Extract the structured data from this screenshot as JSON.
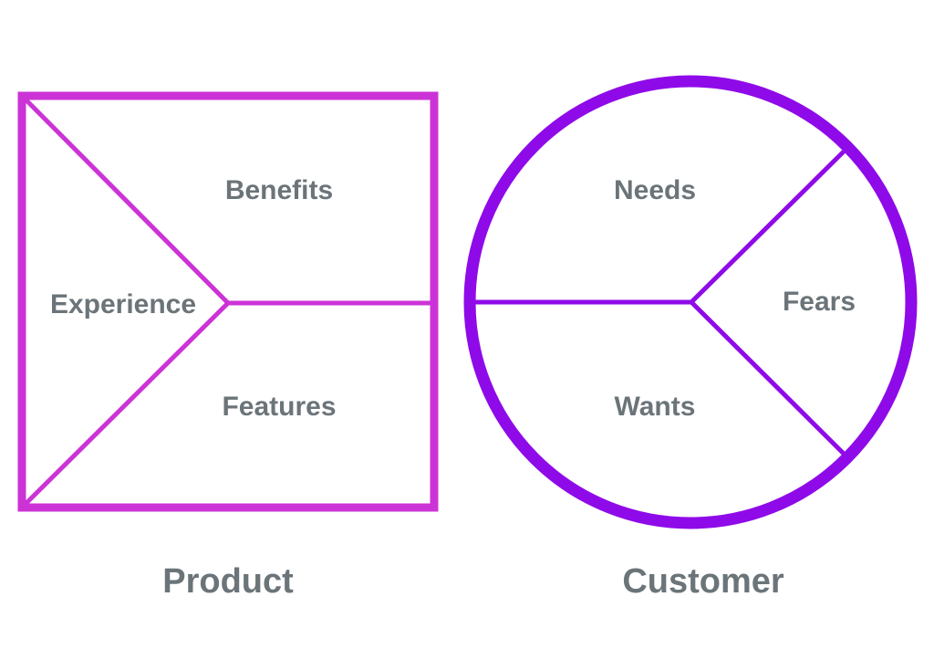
{
  "product": {
    "caption": "Product",
    "color": "#cc33d6",
    "labels": {
      "benefits": "Benefits",
      "experience": "Experience",
      "features": "Features"
    }
  },
  "customer": {
    "caption": "Customer",
    "color": "#8f0ae8",
    "labels": {
      "needs": "Needs",
      "fears": "Fears",
      "wants": "Wants"
    }
  },
  "text_color": "#6b7479"
}
